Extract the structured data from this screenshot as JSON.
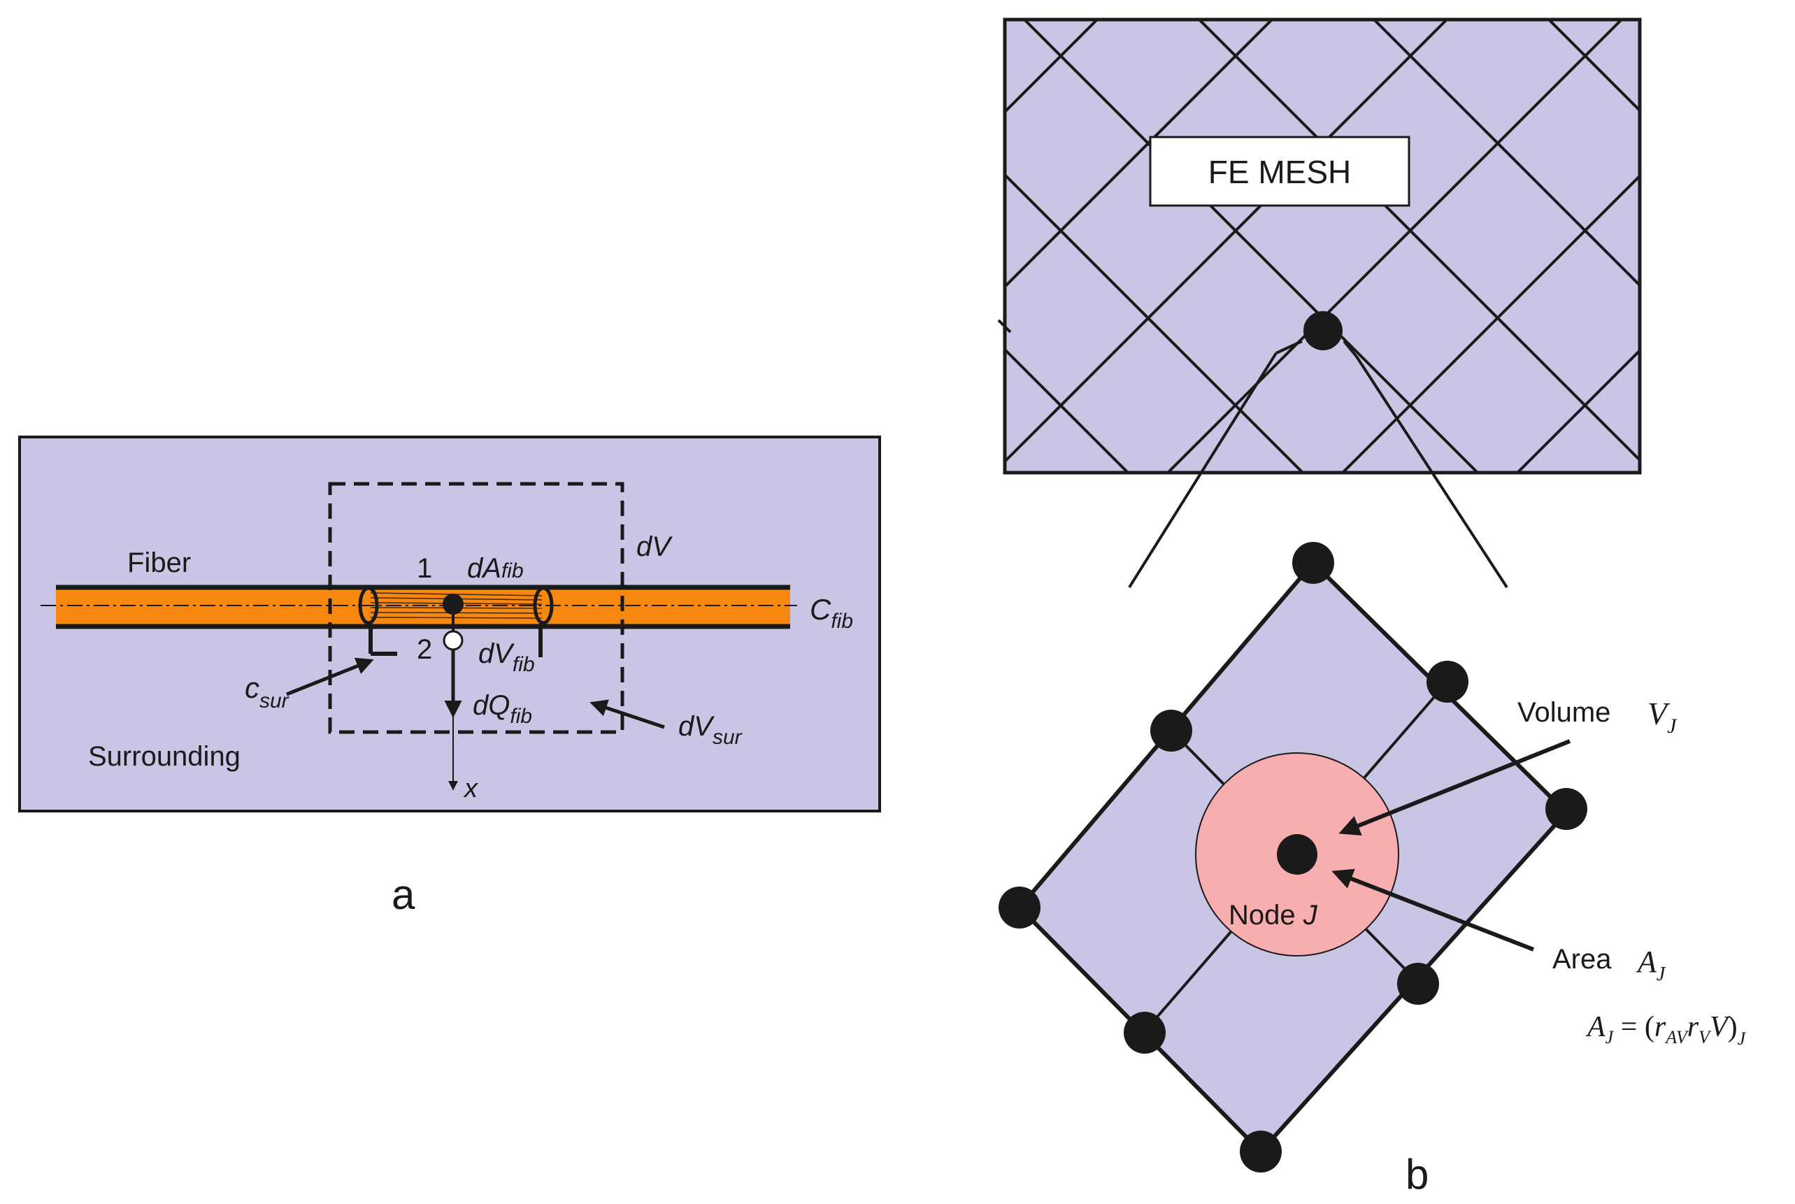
{
  "panel_a": {
    "caption": "a",
    "fiber_label": "Fiber",
    "surrounding_label": "Surrounding",
    "point_1": "1",
    "point_2": "2",
    "dA_main": "dA",
    "dA_sub": "fib",
    "dV": "dV",
    "dVfib_main": "dV",
    "dVfib_sub": "fib",
    "dQfib_main": "dQ",
    "dQfib_sub": "fib",
    "Cfib_main": "C",
    "Cfib_sub": "fib",
    "csur_main": "c",
    "csur_sub": "sur",
    "dVsur_main": "dV",
    "dVsur_sub": "sur",
    "x_axis": "x"
  },
  "panel_b": {
    "caption": "b",
    "mesh_label": "FE MESH",
    "volume_label": "Volume",
    "volume_sym_main": "V",
    "volume_sym_sub": "J",
    "area_label": "Area",
    "area_sym_main": "A",
    "area_sym_sub": "J",
    "node_label_main": "Node ",
    "node_label_var": "J",
    "equation": {
      "lhs_main": "A",
      "lhs_sub": "J",
      "eq": " = (",
      "r1": "r",
      "r1_sub": "AV",
      "r2": "r",
      "r2_sub": "V",
      "v": "V",
      "close": ")",
      "close_sub": "J"
    }
  },
  "colors": {
    "panel_fill": "#c8c6e4",
    "fiber_fill": "#f7870f",
    "node_circle_fill": "#f8aeae",
    "stroke": "#1a1a1a"
  }
}
